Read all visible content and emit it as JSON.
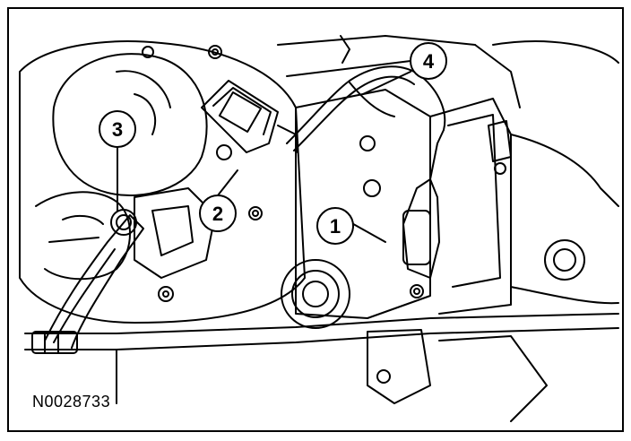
{
  "figure": {
    "id": "N0028733"
  },
  "callouts": [
    {
      "label": "1"
    },
    {
      "label": "2"
    },
    {
      "label": "3"
    },
    {
      "label": "4"
    }
  ],
  "colors": {
    "line": "#000000",
    "background": "#ffffff"
  }
}
